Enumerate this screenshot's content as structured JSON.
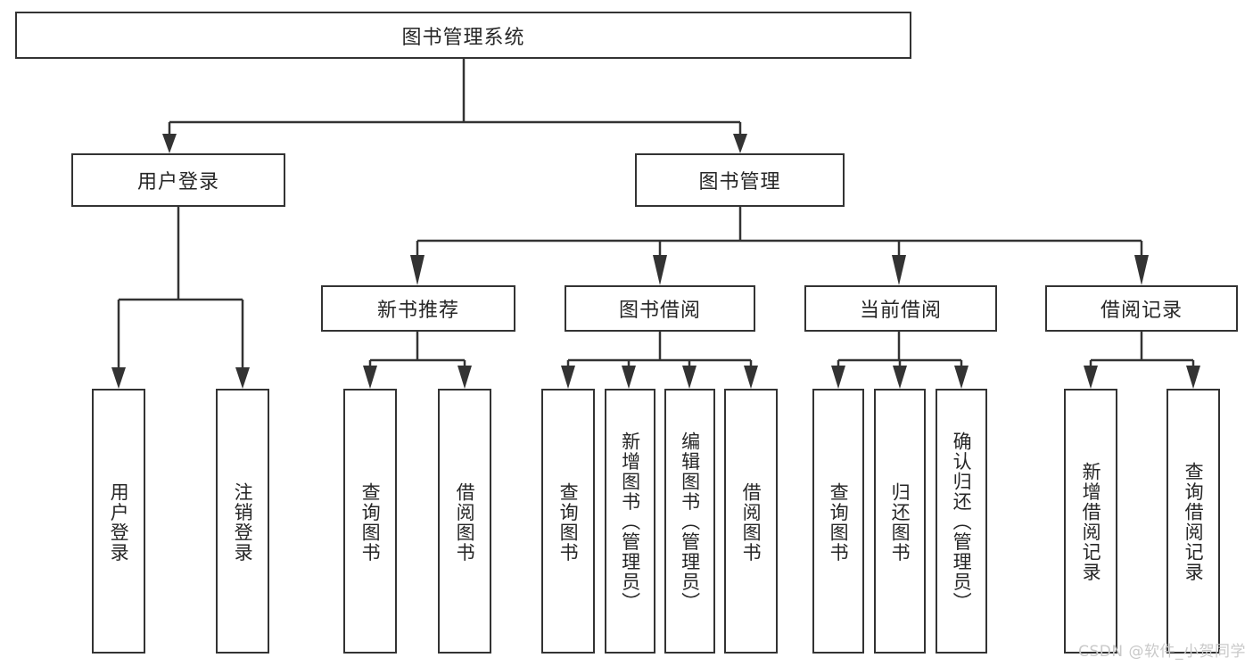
{
  "diagram": {
    "type": "tree-hierarchy-flowchart",
    "title": "图书管理系统",
    "root": {
      "id": "root",
      "label": "图书管理系统",
      "orientation": "horizontal"
    },
    "level1": [
      {
        "id": "user-login",
        "label": "用户登录",
        "orientation": "horizontal"
      },
      {
        "id": "book-management",
        "label": "图书管理",
        "orientation": "horizontal"
      }
    ],
    "level2": [
      {
        "id": "new-book-recommend",
        "label": "新书推荐",
        "parent": "book-management",
        "orientation": "horizontal"
      },
      {
        "id": "book-borrow",
        "label": "图书借阅",
        "parent": "book-management",
        "orientation": "horizontal"
      },
      {
        "id": "current-borrow",
        "label": "当前借阅",
        "parent": "book-management",
        "orientation": "horizontal"
      },
      {
        "id": "borrow-record",
        "label": "借阅记录",
        "parent": "book-management",
        "orientation": "horizontal"
      }
    ],
    "leaves": [
      {
        "id": "leaf-user-login",
        "label": "用户登录",
        "parent": "user-login",
        "orientation": "vertical"
      },
      {
        "id": "leaf-logout-login",
        "label": "注销登录",
        "parent": "user-login",
        "orientation": "vertical"
      },
      {
        "id": "leaf-query-book-1",
        "label": "查询图书",
        "parent": "new-book-recommend",
        "orientation": "vertical"
      },
      {
        "id": "leaf-borrow-book-1",
        "label": "借阅图书",
        "parent": "new-book-recommend",
        "orientation": "vertical"
      },
      {
        "id": "leaf-query-book-2",
        "label": "查询图书",
        "parent": "book-borrow",
        "orientation": "vertical"
      },
      {
        "id": "leaf-add-book",
        "label": "新增图书（管理员）",
        "parent": "book-borrow",
        "orientation": "vertical"
      },
      {
        "id": "leaf-edit-book",
        "label": "编辑图书（管理员）",
        "parent": "book-borrow",
        "orientation": "vertical"
      },
      {
        "id": "leaf-borrow-book-2",
        "label": "借阅图书",
        "parent": "book-borrow",
        "orientation": "vertical"
      },
      {
        "id": "leaf-query-book-3",
        "label": "查询图书",
        "parent": "current-borrow",
        "orientation": "vertical"
      },
      {
        "id": "leaf-return-book",
        "label": "归还图书",
        "parent": "current-borrow",
        "orientation": "vertical"
      },
      {
        "id": "leaf-confirm-return",
        "label": "确认归还（管理员）",
        "parent": "current-borrow",
        "orientation": "vertical"
      },
      {
        "id": "leaf-add-borrow-record",
        "label": "新增借阅记录",
        "parent": "borrow-record",
        "orientation": "vertical"
      },
      {
        "id": "leaf-query-borrow-record",
        "label": "查询借阅记录",
        "parent": "borrow-record",
        "orientation": "vertical"
      }
    ],
    "colors": {
      "box_border": "#333333",
      "box_fill": "#ffffff",
      "text": "#262626",
      "connector": "#333333",
      "watermark": "#c9c9c9",
      "background": "#ffffff"
    }
  },
  "watermark": {
    "text": "CSDN @软件_小贺同学"
  }
}
